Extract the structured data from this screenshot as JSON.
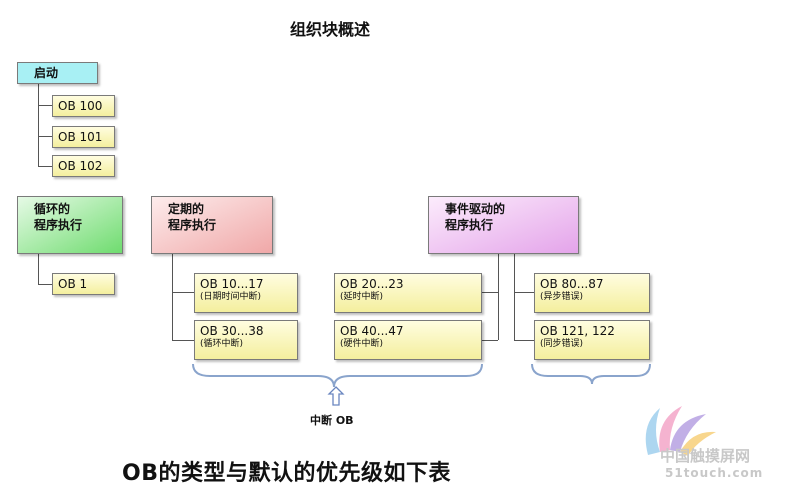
{
  "title": "组织块概述",
  "colors": {
    "startup": "#a8f0f4",
    "cyclic": "#8fe58f",
    "timed": "#f7c6c6",
    "event": "#f0c0f2",
    "ob_box": "#f6f0a0",
    "brace": "#8aa4cc"
  },
  "startup": {
    "label": "启动",
    "obs": [
      "OB 100",
      "OB 101",
      "OB 102"
    ]
  },
  "cyclic": {
    "label_line1": "循环的",
    "label_line2": "程序执行",
    "ob": "OB 1"
  },
  "timed": {
    "label_line1": "定期的",
    "label_line2": "程序执行"
  },
  "event": {
    "label_line1": "事件驱动的",
    "label_line2": "程序执行"
  },
  "interrupts": {
    "ob10": {
      "name": "OB 10...17",
      "desc": "(日期时间中断)"
    },
    "ob30": {
      "name": "OB 30...38",
      "desc": "(循环中断)"
    },
    "ob20": {
      "name": "OB 20...23",
      "desc": "(延时中断)"
    },
    "ob40": {
      "name": "OB 40...47",
      "desc": "(硬件中断)"
    },
    "ob80": {
      "name": "OB 80...87",
      "desc": "(异步错误)"
    },
    "ob121": {
      "name": "OB 121, 122",
      "desc": "(同步错误)"
    }
  },
  "interrupt_label": "中断 OB",
  "caption": "OB的类型与默认的优先级如下表",
  "watermark": {
    "text": "中国触摸屏网",
    "url": "51touch.com",
    "logo": "swoosh-logo"
  }
}
